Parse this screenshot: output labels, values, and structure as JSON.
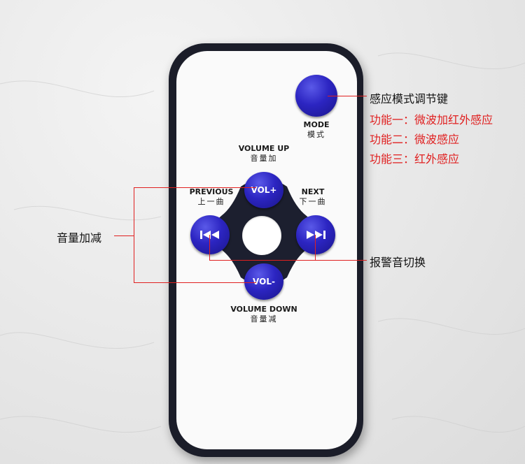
{
  "remote": {
    "buttons": {
      "mode": "",
      "vol_up": "VOL+",
      "vol_down": "VOL-",
      "prev_icon": "previous-track-icon",
      "next_icon": "next-track-icon"
    },
    "labels": {
      "mode_en": "MODE",
      "mode_cn": "模式",
      "vol_up_en": "VOLUME UP",
      "vol_up_cn": "音量加",
      "prev_en": "PREVIOUS",
      "prev_cn": "上一曲",
      "next_en": "NEXT",
      "next_cn": "下一曲",
      "vol_down_en": "VOLUME DOWN",
      "vol_down_cn": "音量减"
    }
  },
  "annotations": {
    "mode_title": "感应模式调节键",
    "func1": "功能一：微波加红外感应",
    "func2": "功能二：微波感应",
    "func3": "功能三：红外感应",
    "volume": "音量加减",
    "alarm": "报警音切换"
  },
  "colors": {
    "button_blue": "#2c25c2",
    "annotation_red": "#e02020",
    "remote_border": "#1b1d29"
  }
}
